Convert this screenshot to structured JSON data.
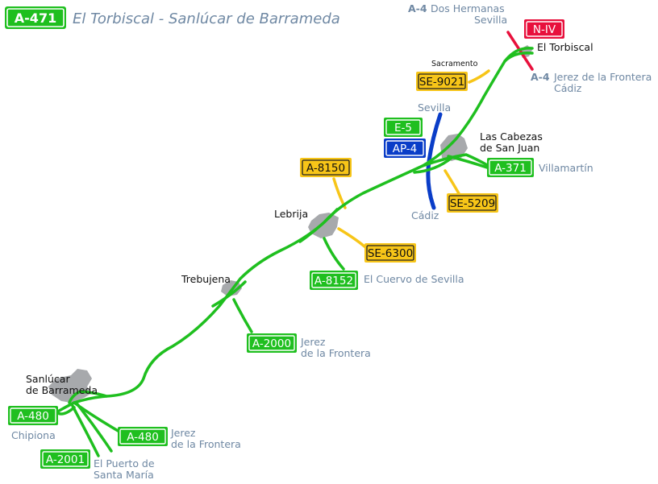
{
  "title": {
    "road": "A-471",
    "route": "El Torbiscal - Sanlúcar de Barrameda"
  },
  "colors": {
    "autovia_green": "#1fbf1f",
    "autopista_blue": "#0a3dc8",
    "nacional_red": "#e8103c",
    "secondary_yellow": "#f7c518",
    "town_gray": "#a7a9ac",
    "label_blue_gray": "#6f88a3"
  },
  "shields": {
    "n_iv": "N-IV",
    "se_9021": "SE-9021",
    "e_5": "E-5",
    "ap_4": "AP-4",
    "a_371": "A-371",
    "a_8150": "A-8150",
    "se_5209": "SE-5209",
    "se_6300": "SE-6300",
    "a_8152": "A-8152",
    "a_2000": "A-2000",
    "a_480_west": "A-480",
    "a_480_south": "A-480",
    "a_2001": "A-2001"
  },
  "labels": {
    "a4_north_road": "A-4",
    "a4_north_line1": "Dos Hermanas",
    "a4_north_line2": "Sevilla",
    "el_torbiscal": "El Torbiscal",
    "a4_south_road": "A-4",
    "a4_south_line1": "Jerez de la Frontera",
    "a4_south_line2": "Cádiz",
    "sacramento": "Sacramento",
    "sevilla": "Sevilla",
    "cadiz": "Cádiz",
    "cabezas_line1": "Las Cabezas",
    "cabezas_line2": "de San Juan",
    "villamartin": "Villamartín",
    "lebrija": "Lebrija",
    "cuervo": "El Cuervo de Sevilla",
    "trebujena": "Trebujena",
    "jerez_a2000_line1": "Jerez",
    "jerez_a2000_line2": "de la Frontera",
    "sanlucar_line1": "Sanlúcar",
    "sanlucar_line2": "de Barrameda",
    "chipiona": "Chipiona",
    "jerez_a480_line1": "Jerez",
    "jerez_a480_line2": "de la Frontera",
    "puerto_line1": "El Puerto de",
    "puerto_line2": "Santa María"
  }
}
